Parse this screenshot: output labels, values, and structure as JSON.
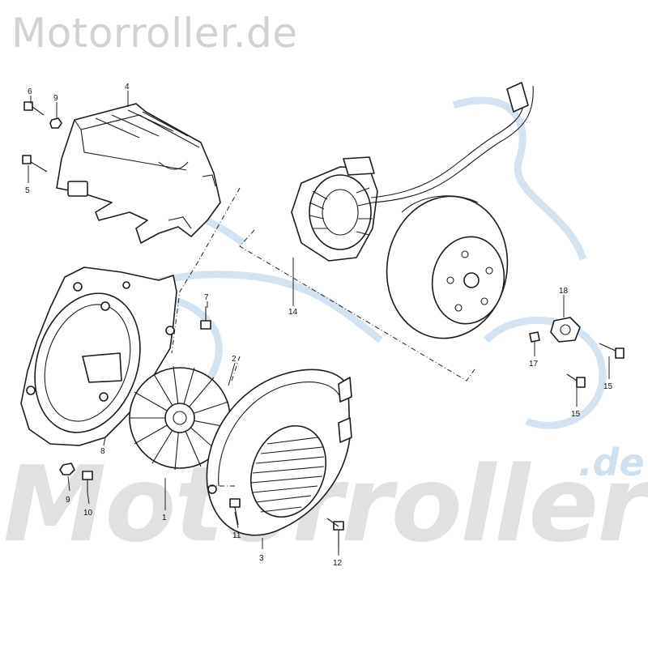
{
  "watermarks": {
    "top": "Motorroller.de",
    "main": "Motorroller",
    "suffix": ".de"
  },
  "colors": {
    "watermark_gray": "#d2d2d2",
    "watermark_blue": "#cfe0ef",
    "line_art": "#1c1c1c"
  },
  "callouts": {
    "c1": "1",
    "c2": "2",
    "c3": "3",
    "c4": "4",
    "c5": "5",
    "c6": "6",
    "c7": "7",
    "c8": "8",
    "c9a": "9",
    "c9b": "9",
    "c10": "10",
    "c11": "11",
    "c12": "12",
    "c14": "14",
    "c15a": "15",
    "c15b": "15",
    "c17": "17",
    "c18": "18"
  }
}
